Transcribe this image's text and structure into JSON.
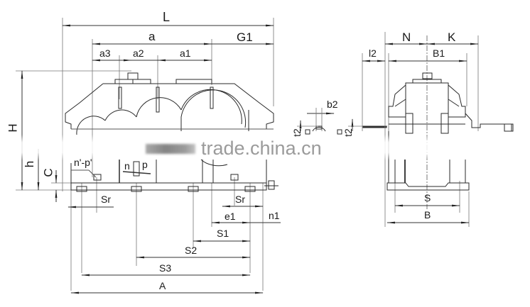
{
  "diagram": {
    "title": "Gear reducer dimensional drawing",
    "views": [
      "front-view",
      "side-view",
      "keyway-detail"
    ],
    "front_view": {
      "horizontal_dimensions_top": {
        "overall_length": "L",
        "center_distance_total": "a",
        "output_shaft_extension": "G1",
        "center_distance_3": "a3",
        "center_distance_2": "a2",
        "center_distance_1": "a1"
      },
      "vertical_dimensions_left": {
        "overall_height": "H",
        "center_height": "h",
        "base_thickness": "C"
      },
      "bolt_labels": {
        "foot_bolt": "n'-p'",
        "center_bolt_n": "n",
        "center_bolt_p": "p"
      },
      "horizontal_dimensions_bottom": {
        "sr_left": "Sr",
        "sr_right": "Sr",
        "e1": "e1",
        "n1": "n1",
        "s1": "S1",
        "s2": "S2",
        "s3": "S3",
        "a_total": "A"
      }
    },
    "side_view": {
      "top_dimensions": {
        "n": "N",
        "k": "K",
        "l2": "l2",
        "b1": "B1"
      },
      "bottom_dimensions": {
        "s": "S",
        "b": "B"
      }
    },
    "keyway_detail": {
      "key_width": "b2",
      "key_height_left": "t2",
      "key_height_right": "t2"
    },
    "watermark": "trade.china.cn",
    "colors": {
      "line": "#2a2a2a",
      "dim_line": "#555555",
      "watermark": "#8a8a8a",
      "background": "#ffffff"
    }
  }
}
